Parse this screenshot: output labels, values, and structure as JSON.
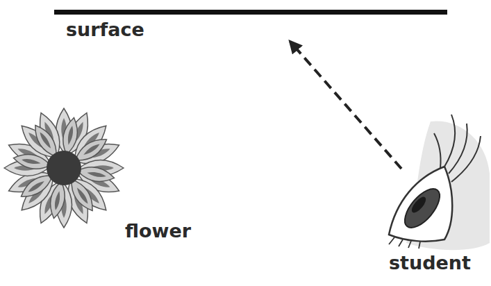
{
  "diagram": {
    "labels": [
      "surface",
      "flower",
      "student"
    ]
  }
}
